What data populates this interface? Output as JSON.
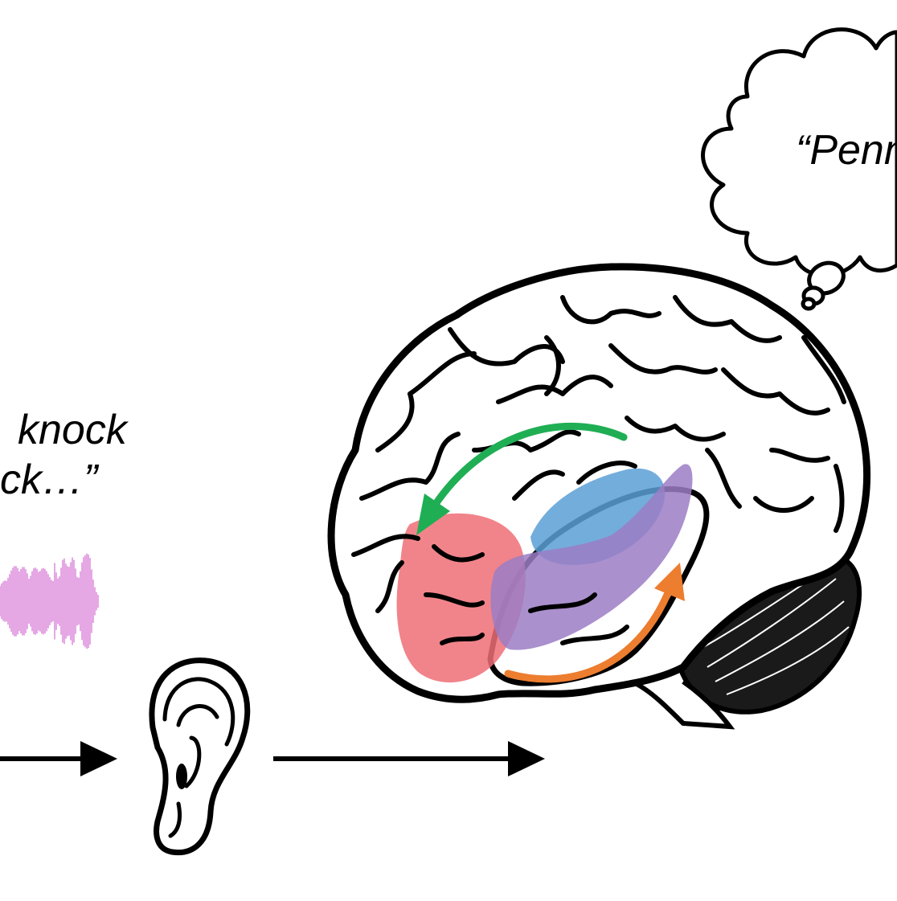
{
  "speech": {
    "line1": "knock",
    "line2": "ck…”"
  },
  "thought": {
    "text": "“Penn"
  },
  "colors": {
    "waveform": "#d77ad6",
    "arrow": "#000000",
    "green_arrow": "#1fae54",
    "orange_arrow": "#ed7d2f",
    "red_region": "#ee6f76",
    "blue_region": "#5b9fd6",
    "purple_region": "#9b7cc4",
    "outline": "#000000"
  },
  "icons": {
    "waveform": "sound-waveform-icon",
    "ear": "ear-icon",
    "brain": "brain-icon",
    "thought_cloud": "thought-bubble-icon"
  }
}
